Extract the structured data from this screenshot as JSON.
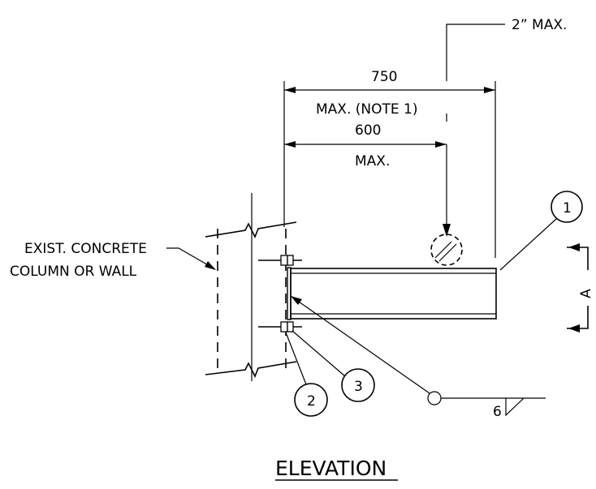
{
  "dimensions": {
    "top_max": "2” MAX.",
    "overall_value": "750",
    "overall_note": "MAX. (NOTE 1)",
    "inner_value": "600",
    "inner_note": "MAX."
  },
  "labels": {
    "existing_line1": "EXIST. CONCRETE",
    "existing_line2": "COLUMN OR WALL"
  },
  "callouts": {
    "item1": "1",
    "item2": "2",
    "item3": "3"
  },
  "weld": {
    "size": "6"
  },
  "section": {
    "letter": "A"
  },
  "view_title": "ELEVATION"
}
